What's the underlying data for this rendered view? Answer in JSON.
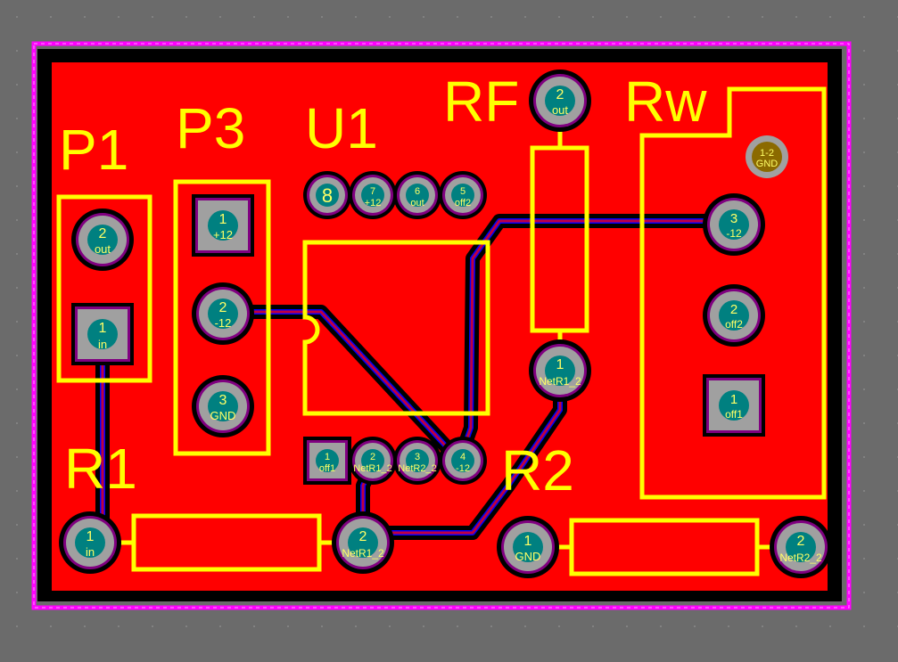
{
  "colors": {
    "background": "#6b6b6b",
    "grid_dot": "#8a8a8a",
    "board_outline": "#ff00ff",
    "keepout": "#000000",
    "copper_top": "#ff0000",
    "copper_bottom": "#0000ff",
    "silkscreen": "#ffff00",
    "pad_ring": "#a0a0a0",
    "pad_mask": "#800080",
    "drill": "#008080",
    "pad_text": "#ffff66"
  },
  "designators": {
    "p1": "P1",
    "p3": "P3",
    "u1": "U1",
    "rf": "RF",
    "rw": "Rw",
    "r1": "R1",
    "r2": "R2"
  },
  "pads": {
    "p1_2": {
      "num": "2",
      "net": "out"
    },
    "p1_1": {
      "num": "1",
      "net": "in"
    },
    "p3_1": {
      "num": "1",
      "net": "+12"
    },
    "p3_2": {
      "num": "2",
      "net": "-12"
    },
    "p3_3": {
      "num": "3",
      "net": "GND"
    },
    "u1_8": {
      "num": "8",
      "net": ""
    },
    "u1_7": {
      "num": "7",
      "net": "+12"
    },
    "u1_6": {
      "num": "6",
      "net": "out"
    },
    "u1_5": {
      "num": "5",
      "net": "off2"
    },
    "u1_1": {
      "num": "1",
      "net": "off1"
    },
    "u1_2": {
      "num": "2",
      "net": "NetR1_2"
    },
    "u1_3": {
      "num": "3",
      "net": "NetR2_2"
    },
    "u1_4": {
      "num": "4",
      "net": "-12"
    },
    "rf_2": {
      "num": "2",
      "net": "out"
    },
    "rf_1": {
      "num": "1",
      "net": "NetR1_2"
    },
    "rw_gnd": {
      "num": "1-2",
      "net": "GND"
    },
    "rw_3": {
      "num": "3",
      "net": "-12"
    },
    "rw_2": {
      "num": "2",
      "net": "off2"
    },
    "rw_1": {
      "num": "1",
      "net": "off1"
    },
    "r1_1": {
      "num": "1",
      "net": "in"
    },
    "r1_2": {
      "num": "2",
      "net": "NetR1_2"
    },
    "r2_1": {
      "num": "1",
      "net": "GND"
    },
    "r2_2": {
      "num": "2",
      "net": "NetR2_2"
    }
  }
}
